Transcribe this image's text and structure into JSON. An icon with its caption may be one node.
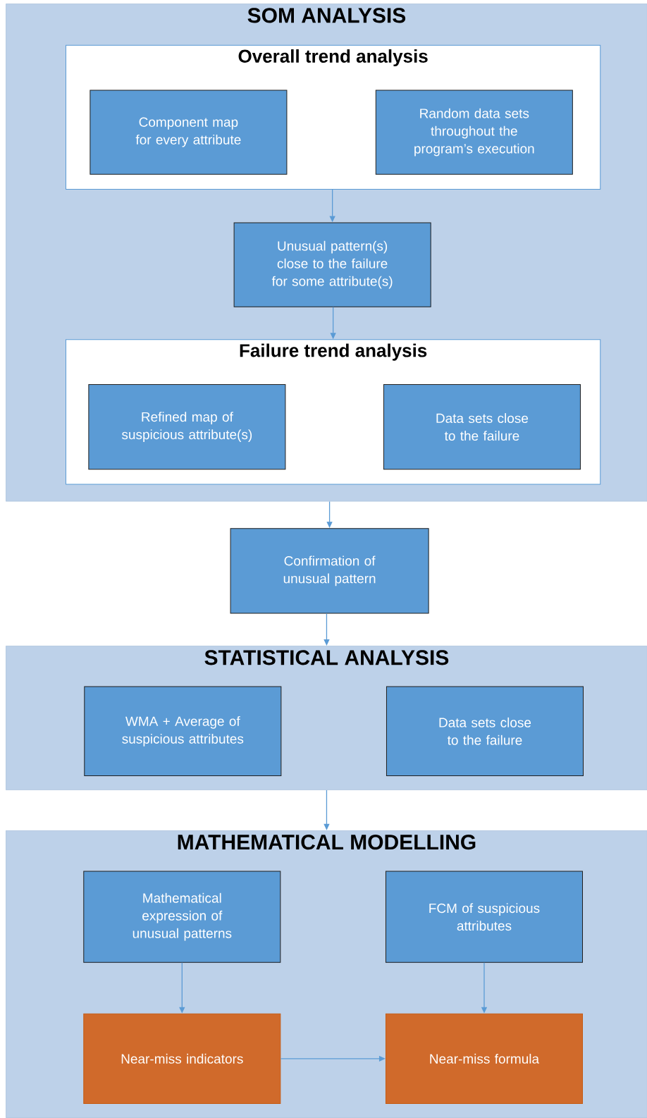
{
  "diagram": {
    "nodes": [
      {
        "text": [
          "SOM ANALYSIS"
        ]
      },
      {
        "text": [
          "Overall trend analysis"
        ],
        "in": 0
      },
      {
        "text": [
          "Component map for every attribute"
        ],
        "in": 1
      },
      {
        "text": [
          "Random data sets throughout the program’s execution"
        ],
        "in": 1
      },
      {
        "text": [
          "Unusual pattern(s) close to the failure for some attribute(s)"
        ],
        "in": 0
      },
      {
        "text": [
          "Failure trend analysis"
        ],
        "in": 0
      },
      {
        "text": [
          "Refined map of suspicious attribute(s)"
        ],
        "in": 5
      },
      {
        "text": [
          "Data sets  close to the failure"
        ],
        "in": 5
      },
      {
        "text": [
          "Confirmation of unusual pattern"
        ]
      },
      {
        "text": [
          "STATISTICAL ANALYSIS"
        ]
      },
      {
        "text": [
          "WMA + Average of suspicious attributes"
        ],
        "in": 9
      },
      {
        "text": [
          "Data sets close to the failure"
        ],
        "in": 9
      },
      {
        "text": [
          "MATHEMATICAL MODELLING"
        ]
      },
      {
        "text": [
          "Mathematical expression of unusual patterns"
        ],
        "in": 12
      },
      {
        "text": [
          "FCM of suspicious attributes"
        ],
        "in": 12
      },
      {
        "text": [
          "Near-miss indicators"
        ],
        "in": 12
      },
      {
        "text": [
          "Near-miss formula"
        ],
        "in": 12
      }
    ],
    "edges": [
      {
        "from": 1,
        "to": 4,
        "arrow": "to"
      },
      {
        "from": 4,
        "to": 5,
        "arrow": "to"
      },
      {
        "from": 0,
        "to": 8,
        "arrow": "to"
      },
      {
        "from": 8,
        "to": 9,
        "arrow": "to"
      },
      {
        "from": 9,
        "to": 12,
        "arrow": "to"
      },
      {
        "from": 13,
        "to": 15,
        "arrow": "to"
      },
      {
        "from": 14,
        "to": 16,
        "arrow": "to"
      },
      {
        "from": 15,
        "to": 16,
        "arrow": "to"
      }
    ]
  }
}
